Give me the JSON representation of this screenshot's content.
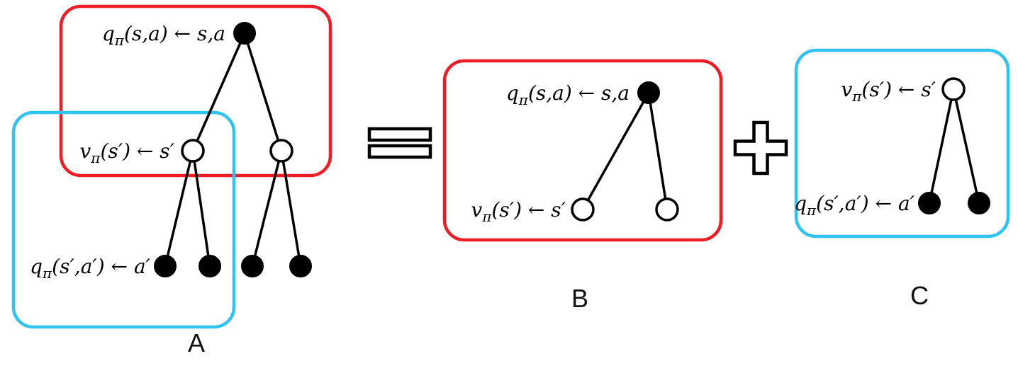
{
  "figure": {
    "background": "#ffffff",
    "panels": {
      "a": {
        "caption": "A",
        "root_label": {
          "base": "q",
          "sub": "π",
          "rest": "(s,a) ← s,a"
        },
        "mid_label": {
          "base": "v",
          "sub": "π",
          "rest": "(s′) ← s′"
        },
        "leaf_label": {
          "base": "q",
          "sub": "π",
          "rest": "(s′,a′) ← a′"
        }
      },
      "b": {
        "caption": "B",
        "root_label": {
          "base": "q",
          "sub": "π",
          "rest": "(s,a) ← s,a"
        },
        "leaf_label": {
          "base": "v",
          "sub": "π",
          "rest": "(s′) ← s′"
        }
      },
      "c": {
        "caption": "C",
        "root_label": {
          "base": "v",
          "sub": "π",
          "rest": "(s′) ← s′"
        },
        "leaf_label": {
          "base": "q",
          "sub": "π",
          "rest": "(s′,a′) ← a′"
        }
      }
    },
    "operators": {
      "equals": "=",
      "plus": "+"
    },
    "colors": {
      "red": "#ee1c24",
      "cyan": "#2fc3f0",
      "node_fill": "#000000",
      "line": "#000000"
    }
  }
}
